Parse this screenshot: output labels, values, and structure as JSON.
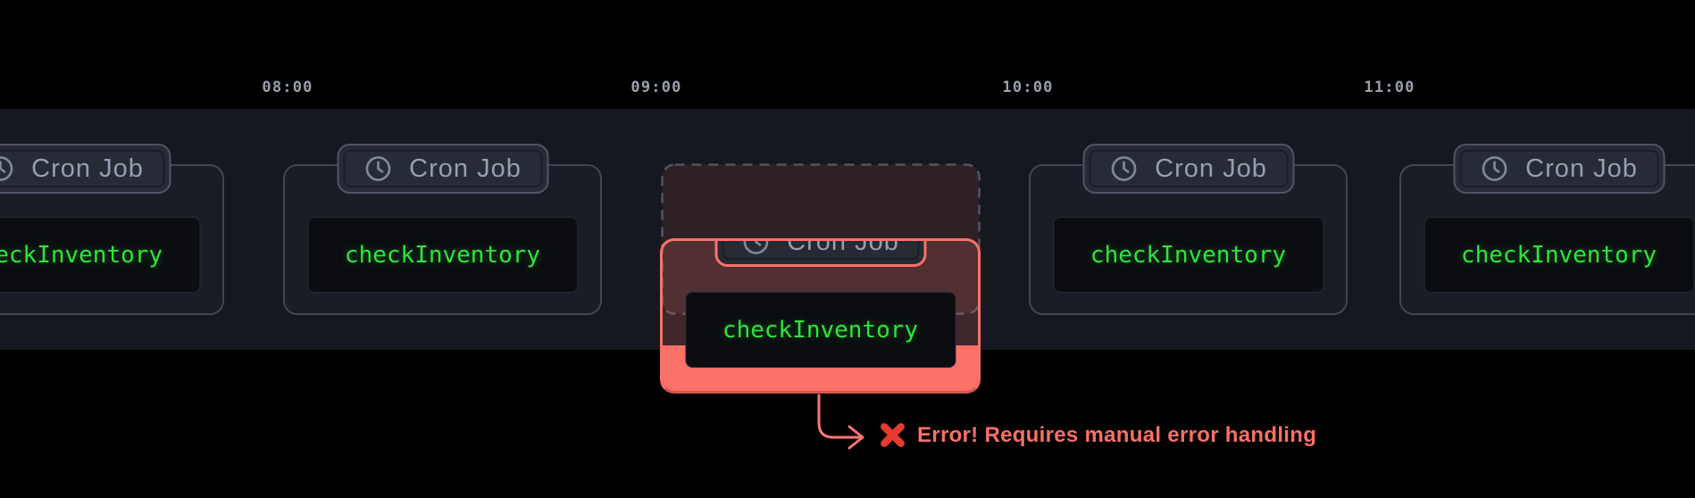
{
  "diagram": {
    "title_hidden": "",
    "time_labels": [
      "08:00",
      "09:00",
      "10:00",
      "11:00"
    ],
    "instances": [
      {
        "badge": "Cron Job",
        "task": "checkInventory",
        "state": "ok",
        "position": "offscreen-left"
      },
      {
        "badge": "Cron Job",
        "task": "checkInventory",
        "state": "ok",
        "time": "08:00"
      },
      {
        "badge": "Cron Job",
        "task": "checkInventory",
        "state": "error",
        "time": "09:00"
      },
      {
        "badge": "Cron Job",
        "task": "checkInventory",
        "state": "ok",
        "time": "10:00"
      },
      {
        "badge": "Cron Job",
        "task": "checkInventory",
        "state": "ok",
        "time": "11:00"
      }
    ],
    "error": {
      "icon": "cross-mark",
      "message": "Error! Requires manual error handling"
    },
    "icons": {
      "badge_icon": "clock"
    },
    "colors": {
      "band": "#16181f",
      "card_bg": "#1a1d25",
      "card_border": "#3f4654",
      "badge_bg": "#272b36",
      "badge_border": "#4e5565",
      "badge_text": "#959eb2",
      "time_text": "#9aa0ab",
      "task_text": "#2ee53a",
      "code_box_bg": "#0b0d11",
      "error_accent": "#fc7168",
      "ghost_dash": "#515460",
      "cross_mark_red": "#e63a2e"
    }
  }
}
